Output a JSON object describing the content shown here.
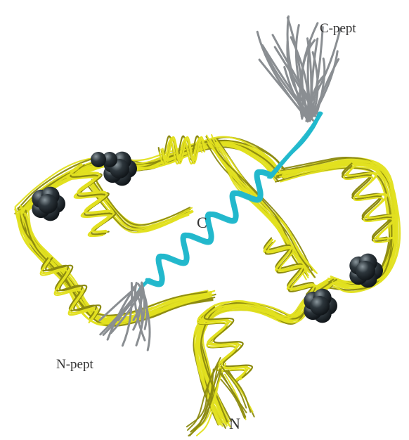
{
  "labels": {
    "c_pept": "C-pept",
    "c_term": "C",
    "n_pept": "N-pept",
    "n_term": "N"
  },
  "colors": {
    "protein_backbone": "#e2e020",
    "protein_shadow": "#8c8a10",
    "helix_peptide": "#22b8cc",
    "peptide_tails": "#8a8e92",
    "spheres": "#2d363c",
    "label_text": "#333333"
  },
  "structure": {
    "type": "ribbon-ensemble",
    "sphere_clusters": 5
  }
}
